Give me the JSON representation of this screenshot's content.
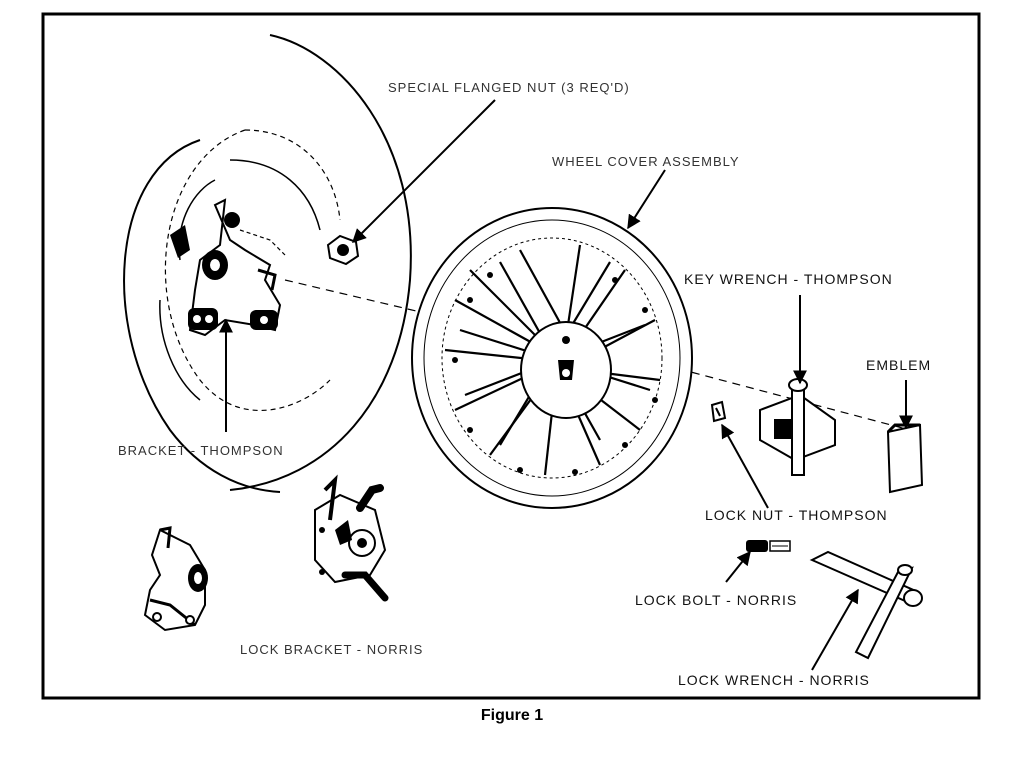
{
  "labels": {
    "special_flanged_nut": "SPECIAL FLANGED NUT (3 REQ'D)",
    "wheel_cover_assembly": "WHEEL COVER ASSEMBLY",
    "key_wrench_thompson": "KEY WRENCH - THOMPSON",
    "emblem": "EMBLEM",
    "bracket_thompson": "BRACKET - THOMPSON",
    "lock_nut_thompson": "LOCK NUT - THOMPSON",
    "lock_bolt_norris": "LOCK BOLT - NORRIS",
    "lock_bracket_norris": "LOCK BRACKET - NORRIS",
    "lock_wrench_norris": "LOCK WRENCH - NORRIS"
  },
  "caption": "Figure 1"
}
